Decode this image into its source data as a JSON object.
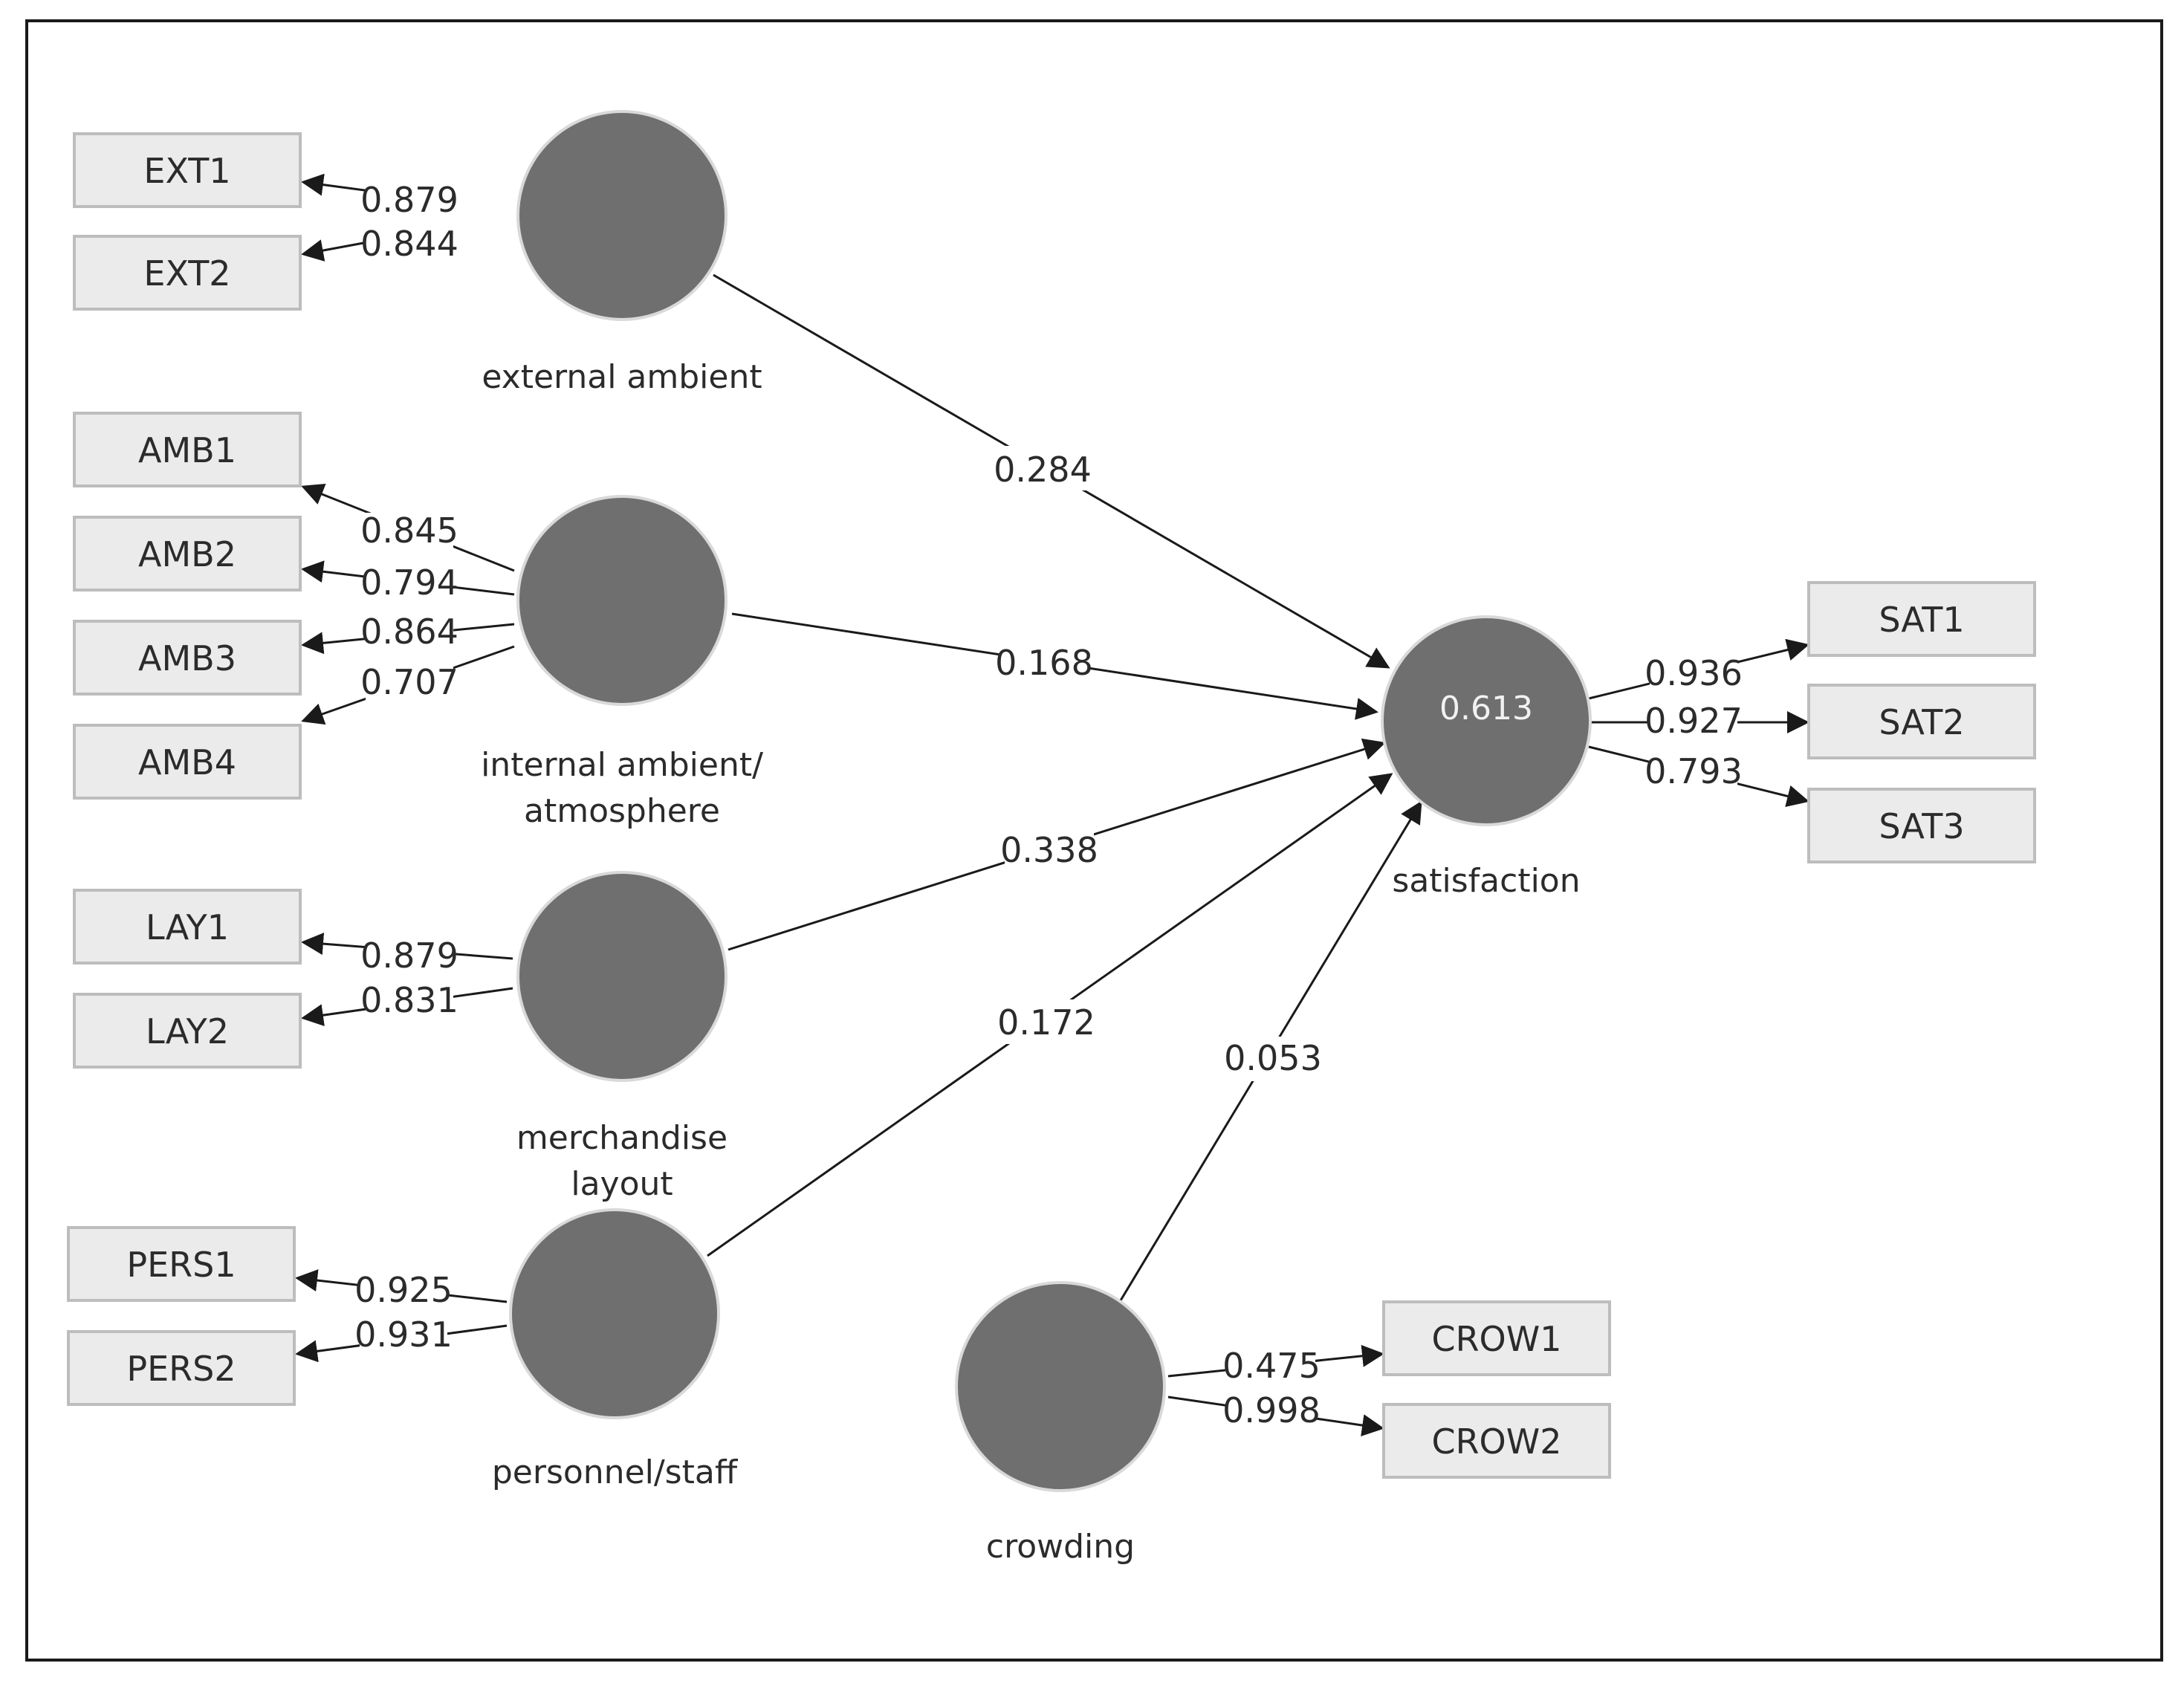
{
  "latent": {
    "ext": {
      "label": [
        "external ambient"
      ]
    },
    "amb": {
      "label": [
        "internal ambient/",
        "atmosphere"
      ]
    },
    "lay": {
      "label": [
        "merchandise",
        "layout"
      ]
    },
    "pers": {
      "label": [
        "personnel/staff"
      ]
    },
    "crow": {
      "label": [
        "crowding"
      ]
    },
    "sat": {
      "label": [
        "satisfaction"
      ],
      "r2": "0.613"
    }
  },
  "indicators": {
    "EXT1": "EXT1",
    "EXT2": "EXT2",
    "AMB1": "AMB1",
    "AMB2": "AMB2",
    "AMB3": "AMB3",
    "AMB4": "AMB4",
    "LAY1": "LAY1",
    "LAY2": "LAY2",
    "PERS1": "PERS1",
    "PERS2": "PERS2",
    "CROW1": "CROW1",
    "CROW2": "CROW2",
    "SAT1": "SAT1",
    "SAT2": "SAT2",
    "SAT3": "SAT3"
  },
  "loadings": {
    "EXT1": "0.879",
    "EXT2": "0.844",
    "AMB1": "0.845",
    "AMB2": "0.794",
    "AMB3": "0.864",
    "AMB4": "0.707",
    "LAY1": "0.879",
    "LAY2": "0.831",
    "PERS1": "0.925",
    "PERS2": "0.931",
    "CROW1": "0.475",
    "CROW2": "0.998",
    "SAT1": "0.936",
    "SAT2": "0.927",
    "SAT3": "0.793"
  },
  "paths": {
    "ext_sat": "0.284",
    "amb_sat": "0.168",
    "lay_sat": "0.338",
    "pers_sat": "0.172",
    "crow_sat": "0.053"
  }
}
